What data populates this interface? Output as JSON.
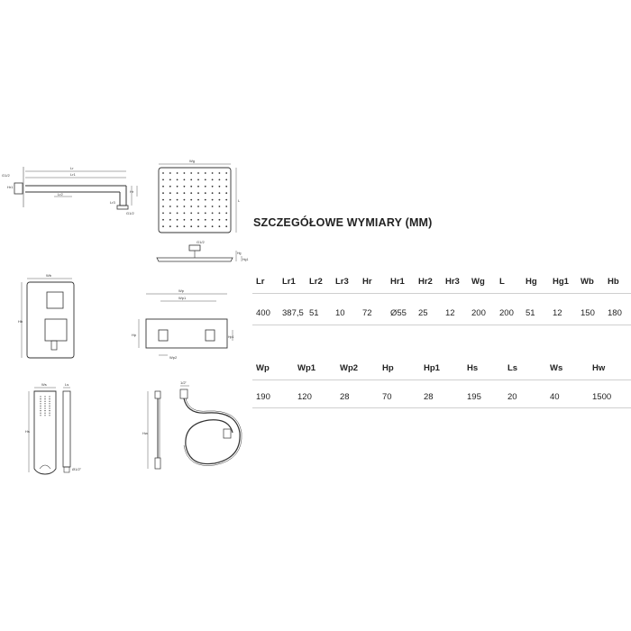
{
  "page": {
    "background": "#ffffff",
    "line_color": "#333333",
    "rule_color": "#cfcfcf"
  },
  "title": "SZCZEGÓŁOWE WYMIARY (MM)",
  "table1": {
    "headers": [
      "Lr",
      "Lr1",
      "Lr2",
      "Lr3",
      "Hr",
      "Hr1",
      "Hr2",
      "Hr3",
      "Wg",
      "L",
      "Hg",
      "Hg1",
      "Wb",
      "Hb"
    ],
    "values": [
      "400",
      "387,5",
      "51",
      "10",
      "72",
      "Ø55",
      "25",
      "12",
      "200",
      "200",
      "51",
      "12",
      "150",
      "180"
    ]
  },
  "table2": {
    "headers": [
      "Wp",
      "Wp1",
      "Wp2",
      "Hp",
      "Hp1",
      "Hs",
      "Ls",
      "Ws",
      "Hw"
    ],
    "values": [
      "190",
      "120",
      "28",
      "70",
      "28",
      "195",
      "20",
      "40",
      "1500"
    ]
  },
  "drawing_labels": {
    "arm_lr": "Lr",
    "arm_lr1": "Lr1",
    "arm_lr2": "Lr2",
    "arm_lr3": "Lr3",
    "arm_g12": "G1/2",
    "arm_hr": "Hr",
    "arm_hr1": "Hr1",
    "arm_g12b": "G1/2",
    "head_wg": "Wg",
    "head_l": "L",
    "head_g12": "G1/2",
    "head_hg": "Hg",
    "head_hg1": "Hg1",
    "body_wb": "Wb",
    "body_hb": "Hb",
    "plate_wp": "Wp",
    "plate_wp1": "Wp1",
    "plate_hp": "Hp",
    "plate_wp2": "Wp2",
    "plate_hp1": "Hp1",
    "hand_ws": "Ws",
    "hand_ls": "Ls",
    "hand_hs": "Hs",
    "hand_g12": "Ø1/2\"",
    "hose_thread": "1/2\"",
    "hose_hw": "Hw"
  }
}
